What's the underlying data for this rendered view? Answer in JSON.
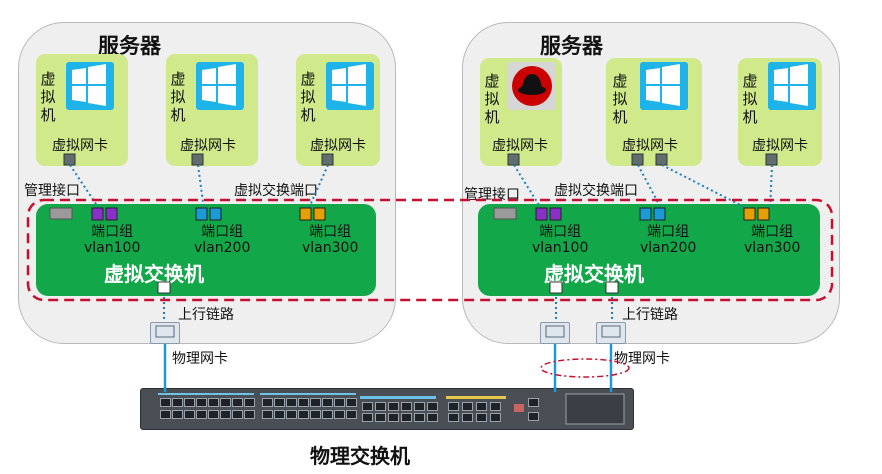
{
  "left_server": {
    "title": "服务器",
    "vms": [
      {
        "label": "虚拟机",
        "vnic_label": "虚拟网卡",
        "logo": "windows-logo-icon"
      },
      {
        "label": "虚拟机",
        "vnic_label": "虚拟网卡",
        "logo": "windows-logo-icon"
      },
      {
        "label": "虚拟机",
        "vnic_label": "虚拟网卡",
        "logo": "windows-logo-icon"
      }
    ],
    "mgmt_label": "管理接口",
    "vswitch_port_label": "虚拟交换端口",
    "vswitch_title": "虚拟交换机",
    "port_groups": [
      {
        "label": "端口组",
        "vlan": "vlan100"
      },
      {
        "label": "端口组",
        "vlan": "vlan200"
      },
      {
        "label": "端口组",
        "vlan": "vlan300"
      }
    ],
    "uplink_label": "上行链路",
    "nic_label": "物理网卡"
  },
  "right_server": {
    "title": "服务器",
    "vms": [
      {
        "label": "虚拟机",
        "vnic_label": "虚拟网卡",
        "logo": "redhat-logo-icon"
      },
      {
        "label": "虚拟机",
        "vnic_label": "虚拟网卡",
        "logo": "windows-logo-icon"
      },
      {
        "label": "虚拟机",
        "vnic_label": "虚拟网卡",
        "logo": "windows-logo-icon"
      }
    ],
    "mgmt_label": "管理接口",
    "vswitch_port_label": "虚拟交换端口",
    "vswitch_title": "虚拟交换机",
    "port_groups": [
      {
        "label": "端口组",
        "vlan": "vlan100"
      },
      {
        "label": "端口组",
        "vlan": "vlan200"
      },
      {
        "label": "端口组",
        "vlan": "vlan300"
      }
    ],
    "uplink_label": "上行链路",
    "nic_label": "物理网卡"
  },
  "physical_switch": {
    "title": "物理交换机"
  },
  "colors": {
    "server_bg": "#efefef",
    "vm_bg": "#cfe98b",
    "vswitch_green": "#12a84a",
    "dashed_red": "#c8102e",
    "link_blue": "#1a9bd7",
    "vlan100": "#8b2fc9",
    "vlan200": "#1a9bd7",
    "vlan300": "#e5a000"
  }
}
